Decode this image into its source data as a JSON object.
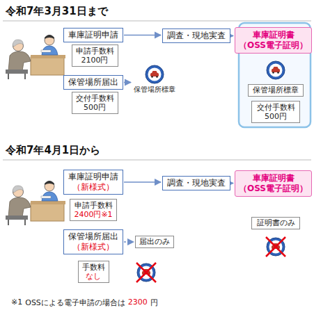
{
  "diagram": {
    "nodes": [
      {
        "text": [
          "車庫証明申請"
        ]
      },
      {
        "text": [
          "申請手数料",
          "2100円"
        ]
      },
      {
        "text": [
          "保管場所届出"
        ]
      },
      {
        "text": [
          "交付手数料",
          "500円"
        ]
      },
      {
        "text": [
          "保管場所標章"
        ]
      },
      {
        "text": [
          "調査・現地実査"
        ]
      },
      {
        "text": [
          "車庫証明書",
          "（OSS電子証明）"
        ]
      },
      {
        "text": [
          "保管場所標章"
        ]
      },
      {
        "text": [
          "交付手数料",
          "500円"
        ]
      },
      {
        "text": [
          "車庫証明申請",
          "（新様式）"
        ]
      },
      {
        "text": [
          "申請手数料",
          "2400円※1"
        ]
      },
      {
        "text": [
          "調査・現地実査"
        ]
      },
      {
        "text": [
          "車庫証明書",
          "（OSS電子証明）"
        ]
      },
      {
        "text": [
          "証明書のみ"
        ]
      },
      {
        "text": [
          "保管場所届出",
          "（新様式）"
        ]
      },
      {
        "text": [
          "届出のみ"
        ]
      },
      {
        "text": [
          "手数料",
          "なし"
        ]
      }
    ],
    "edges": [
      {
        "from": 0,
        "to": 5,
        "arrow": "to"
      },
      {
        "from": 5,
        "to": 6,
        "arrow": "to"
      },
      {
        "from": 2,
        "to": 4,
        "arrow": "to"
      },
      {
        "from": 9,
        "to": 11,
        "arrow": "to"
      },
      {
        "from": 11,
        "to": 12,
        "arrow": "to"
      },
      {
        "from": 14,
        "to": 15,
        "arrow": "to"
      }
    ],
    "labels": [
      "令和7年3月31日まで",
      "令和7年4月1日から",
      "※1",
      "OSSによる電子申請の場合は",
      "2300",
      "円"
    ]
  }
}
